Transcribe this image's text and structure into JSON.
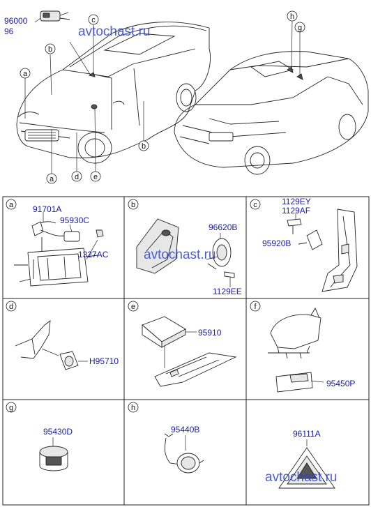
{
  "overview": {
    "top_part_1": "96000",
    "top_part_2": "96",
    "car_callouts": [
      "a",
      "b",
      "c",
      "b",
      "d",
      "e",
      "a",
      "h",
      "g"
    ]
  },
  "watermark": "avtochast.ru",
  "panels": [
    {
      "letter": "a",
      "parts": [
        "91701A",
        "95930C",
        "1327AC"
      ]
    },
    {
      "letter": "b",
      "parts": [
        "96620B",
        "1129EE"
      ]
    },
    {
      "letter": "c",
      "parts": [
        "1129EY",
        "1129AF",
        "95920B"
      ]
    },
    {
      "letter": "d",
      "parts": [
        "H95710"
      ]
    },
    {
      "letter": "e",
      "parts": [
        "95910"
      ]
    },
    {
      "letter": "f",
      "parts": [
        "95450P"
      ]
    },
    {
      "letter": "g",
      "parts": [
        "95430D"
      ]
    },
    {
      "letter": "h",
      "parts": [
        "95440B"
      ]
    },
    {
      "letter": "",
      "parts": [
        "96111A"
      ]
    }
  ],
  "colors": {
    "label": "#1a1aa8",
    "watermark": "#2f43c9",
    "line": "#222222"
  }
}
